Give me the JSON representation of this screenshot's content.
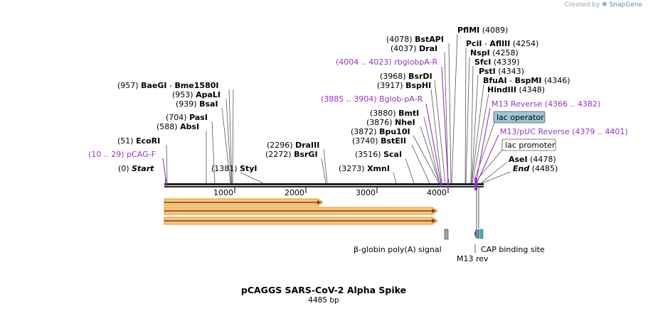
{
  "credit": {
    "prefix": "Created by",
    "brand": "SnapGene"
  },
  "title": "pCAGGS SARS-CoV-2 Alpha Spike",
  "subtitle": "4485 bp",
  "colors": {
    "sites": "#000000",
    "primers": "#9933cc",
    "orf_fill": "#f3b24a",
    "orf_outline": "#b0603a",
    "marker_gray": "#9ba4ad",
    "promoter_box": "#9ec7d6"
  },
  "ticks": [
    "1000",
    "2000",
    "3000",
    "4000"
  ],
  "sites": [
    {
      "pos": "(0)",
      "name": "Start"
    },
    {
      "pos": "(10 .. 29)",
      "name": "pCAG-F"
    },
    {
      "pos": "(51)",
      "name": "EcoRI"
    },
    {
      "pos": "(588)",
      "name": "AbsI"
    },
    {
      "pos": "(704)",
      "name": "PasI"
    },
    {
      "pos": "(939)",
      "name": "BsaI"
    },
    {
      "pos": "(953)",
      "name": "ApaLI"
    },
    {
      "pos": "(957)",
      "name": "BaeGI",
      "name2": "Bme1580I"
    },
    {
      "pos": "(1381)",
      "name": "StyI"
    },
    {
      "pos": "(2272)",
      "name": "BsrGI"
    },
    {
      "pos": "(2296)",
      "name": "DraIII"
    },
    {
      "pos": "(3273)",
      "name": "XmnI"
    },
    {
      "pos": "(3516)",
      "name": "ScaI"
    },
    {
      "pos": "(3740)",
      "name": "BstEII"
    },
    {
      "pos": "(3872)",
      "name": "Bpu10I"
    },
    {
      "pos": "(3876)",
      "name": "NheI"
    },
    {
      "pos": "(3880)",
      "name": "BmtI"
    },
    {
      "pos": "(3885 .. 3904)",
      "name": "Bglob-pA-R"
    },
    {
      "pos": "(3917)",
      "name": "BspHI"
    },
    {
      "pos": "(3968)",
      "name": "BsrDI"
    },
    {
      "pos": "(4004 .. 4023)",
      "name": "rbglobpA-R"
    },
    {
      "pos": "(4037)",
      "name": "DraI"
    },
    {
      "pos": "(4078)",
      "name": "BstAPI"
    },
    {
      "pos": "(4089)",
      "name": "PflMI"
    },
    {
      "pos": "(4254)",
      "name": "PciI",
      "name2": "AflIII"
    },
    {
      "pos": "(4258)",
      "name": "NspI"
    },
    {
      "pos": "(4339)",
      "name": "SfcI"
    },
    {
      "pos": "(4343)",
      "name": "PstI"
    },
    {
      "pos": "(4346)",
      "name": "BfuAI",
      "name2": "BspMI"
    },
    {
      "pos": "(4348)",
      "name": "HindIII"
    },
    {
      "pos": "(4366 .. 4382)",
      "name": "M13 Reverse"
    },
    {
      "name": "lac operator"
    },
    {
      "pos": "(4379 .. 4401)",
      "name": "M13/pUC Reverse"
    },
    {
      "name": "lac promoter"
    },
    {
      "pos": "(4478)",
      "name": "AseI"
    },
    {
      "pos": "(4485)",
      "name": "End"
    }
  ],
  "features": [
    {
      "name": "β-globin poly(A) signal"
    },
    {
      "name": "M13 rev"
    },
    {
      "name": "CAP binding site"
    }
  ]
}
